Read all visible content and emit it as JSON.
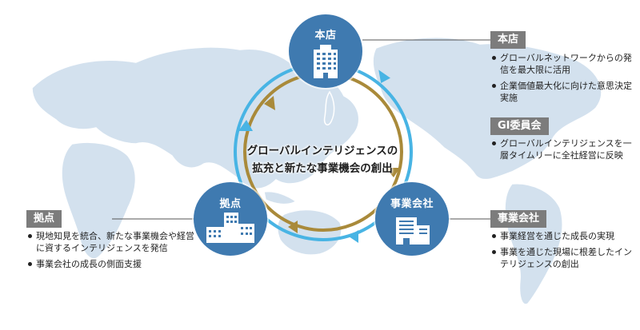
{
  "nodes": {
    "hq": "本店",
    "base": "拠点",
    "company": "事業会社"
  },
  "center_text": {
    "line1": "グローバルインテリジェンスの",
    "line2": "拡充と新たな事業機会の創出"
  },
  "callouts": {
    "hq": {
      "title": "本店",
      "items": [
        "グローバルネットワークからの発信を最大限に活用",
        "企業価値最大化に向けた意思決定実施"
      ]
    },
    "gi": {
      "title": "GI委員会",
      "items": [
        "グローバルインテリジェンスを一層タイムリーに全社経営に反映"
      ]
    },
    "company": {
      "title": "事業会社",
      "items": [
        "事業経営を通じた成長の実現",
        "事業を通じた現場に根差したインテリジェンスの創出"
      ]
    },
    "base": {
      "title": "拠点",
      "items": [
        "現地知見を統合、新たな事業機会や経営に資するインテリジェンスを発信",
        "事業会社の成長の側面支援"
      ]
    }
  },
  "colors": {
    "node": "#3f7ab0",
    "map": "#cfdeec",
    "ring_outer": "#48b4e4",
    "ring_inner": "#a98a3a",
    "callout_head": "#7c7c7c"
  }
}
